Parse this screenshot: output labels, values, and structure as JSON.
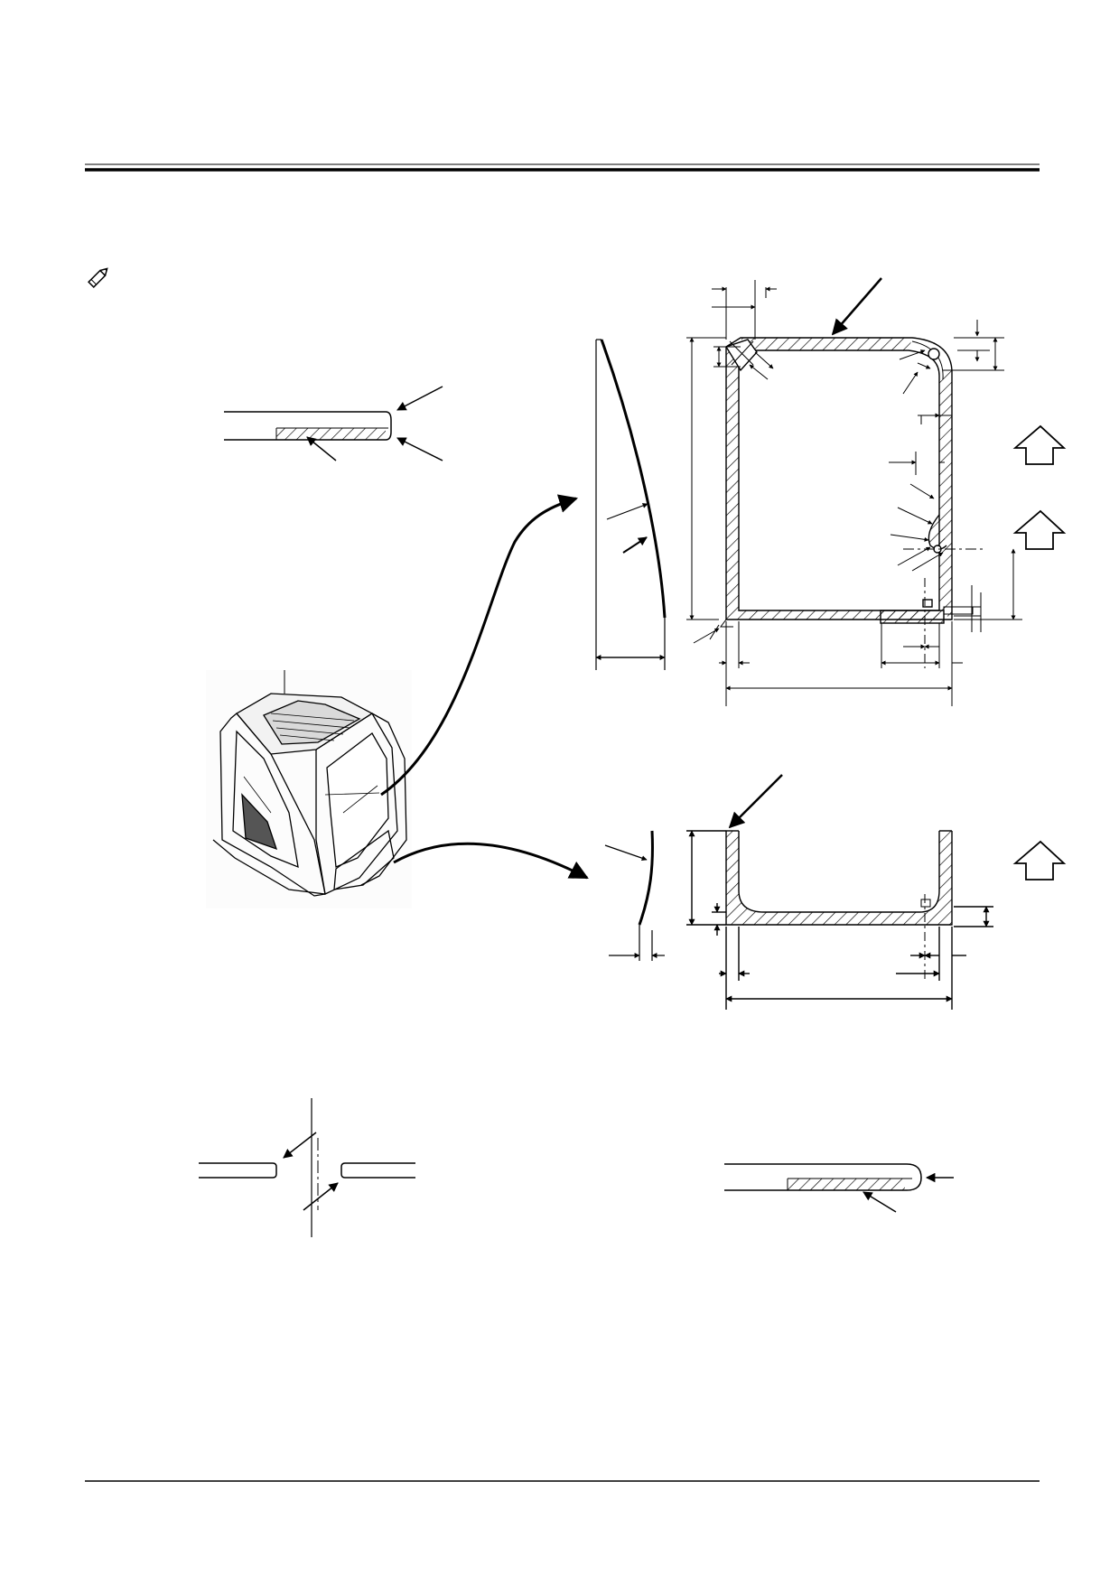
{
  "page": {
    "note_icon": "pencil-note-icon",
    "line_color": "#000000",
    "background": "#ffffff"
  },
  "figures": [
    {
      "id": "detail-edge-fold-a",
      "icon": "edge-fold-detail"
    },
    {
      "id": "cab-isometric",
      "icon": "cab-isometric-view"
    },
    {
      "id": "front-window-section",
      "icon": "window-frame-section"
    },
    {
      "id": "lower-window-section",
      "icon": "window-frame-section"
    },
    {
      "id": "detail-butt-joint",
      "icon": "butt-joint-detail"
    },
    {
      "id": "detail-edge-fold-b",
      "icon": "edge-fold-detail"
    }
  ],
  "view_markers": [
    {
      "icon": "view-arrow-up-icon"
    },
    {
      "icon": "view-arrow-up-icon"
    },
    {
      "icon": "view-arrow-up-icon"
    }
  ]
}
